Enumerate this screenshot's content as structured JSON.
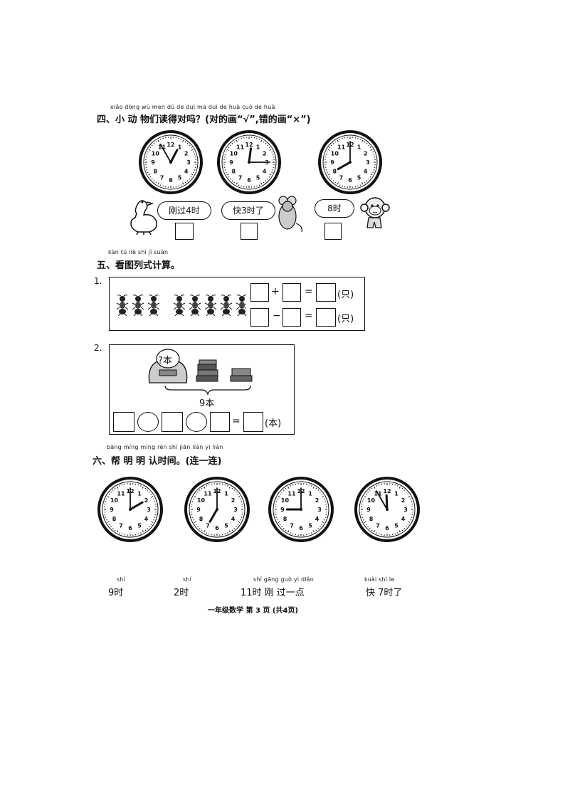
{
  "section4": {
    "pinyin": "xiǎo dòng wù men dú de duì ma     duì de huà       cuò de huà",
    "title": "四、小 动 物们读得对吗？(对的画“√”,错的画“×”)",
    "clocks": [
      {
        "hour": 12,
        "minute": 55,
        "icon": "clock-icon"
      },
      {
        "hour": 12,
        "minute": 15,
        "icon": "clock-icon"
      },
      {
        "hour": 8,
        "minute": 0,
        "icon": "clock-icon"
      }
    ],
    "bubbles": [
      "刚过4时",
      "快3时了",
      "8时"
    ],
    "animals": [
      "duck-icon",
      "mouse-icon",
      "monkey-icon"
    ]
  },
  "section5": {
    "pinyin": "kàn tú liè shì jì suàn",
    "title": "五、看图列式计算。",
    "q1": {
      "number": "1.",
      "ants_icon": "ant-icon",
      "ant_count": 8,
      "plus": "+",
      "minus": "−",
      "equals": "=",
      "unit": "(只)"
    },
    "q2": {
      "number": "2.",
      "bag_label": "?本",
      "total": "9本",
      "equals": "=",
      "unit": "(本)",
      "icons": [
        "schoolbag-icon",
        "books-icon",
        "book-icon"
      ]
    }
  },
  "section6": {
    "pinyin": "bāng míng míng rèn shí jiān      lián yi lián",
    "title": "六、帮 明 明 认时间。(连一连)",
    "clocks": [
      {
        "hour": 2,
        "minute": 0,
        "icon": "clock-icon"
      },
      {
        "hour": 7,
        "minute": 0,
        "icon": "clock-icon"
      },
      {
        "hour": 9,
        "minute": 0,
        "icon": "clock-icon"
      },
      {
        "hour": 11,
        "minute": 55,
        "icon": "clock-icon"
      }
    ],
    "options": [
      {
        "pinyin": "shí",
        "label": "9时"
      },
      {
        "pinyin": "shí",
        "label": "2时"
      },
      {
        "pinyin": "shí gāng guò yì diǎn",
        "label": "11时 刚 过一点"
      },
      {
        "pinyin": "kuài  shí  le",
        "label": "快 7时了"
      }
    ]
  },
  "footer": "一年级数学  第 3 页  (共4页)"
}
